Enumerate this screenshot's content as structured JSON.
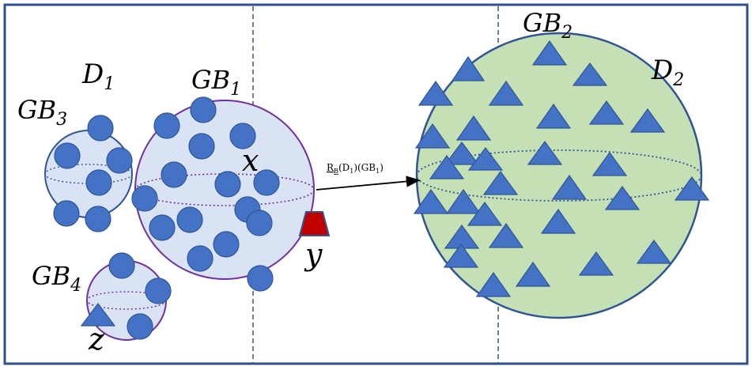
{
  "labels": {
    "d1_main": "D",
    "d1_sub": "1",
    "d2_main": "D",
    "d2_sub": "2",
    "gb1_main": "GB",
    "gb1_sub": "1",
    "gb2_main": "GB",
    "gb2_sub": "2",
    "gb3_main": "GB",
    "gb3_sub": "3",
    "gb4_main": "GB",
    "gb4_sub": "4",
    "x": "x",
    "y": "y",
    "z": "z"
  },
  "arrow": {
    "r": "R",
    "r_sub": "B",
    "args": "(D",
    "args_sub1": "1",
    "args_mid": ")(GB",
    "args_sub2": "1",
    "args_end": ")"
  },
  "colors": {
    "frame": "#2f4f8f",
    "point_fill": "#4472c4",
    "point_stroke": "#2f5597",
    "gb_fill": "#dae3f3",
    "gb_stroke": "#7030a0",
    "d2_fill": "#c5e0b4",
    "d2_stroke": "#2f5597",
    "y_fill": "#c00000"
  }
}
